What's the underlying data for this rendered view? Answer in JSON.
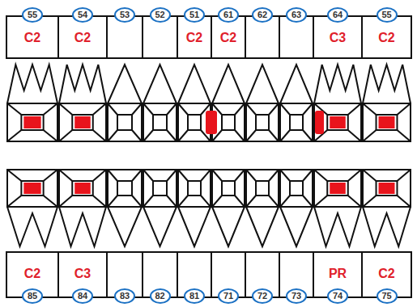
{
  "diagram": {
    "nodes": [
      {
        "text": [
          "55"
        ]
      },
      {
        "text": [
          "54"
        ]
      },
      {
        "text": [
          "53"
        ]
      },
      {
        "text": [
          "52"
        ]
      },
      {
        "text": [
          "51"
        ]
      },
      {
        "text": [
          "61"
        ]
      },
      {
        "text": [
          "62"
        ]
      },
      {
        "text": [
          "63"
        ]
      },
      {
        "text": [
          "64"
        ]
      },
      {
        "text": [
          "55"
        ]
      },
      {
        "text": [
          "85"
        ]
      },
      {
        "text": [
          "84"
        ]
      },
      {
        "text": [
          "83"
        ]
      },
      {
        "text": [
          "82"
        ]
      },
      {
        "text": [
          "81"
        ]
      },
      {
        "text": [
          "71"
        ]
      },
      {
        "text": [
          "72"
        ]
      },
      {
        "text": [
          "73"
        ]
      },
      {
        "text": [
          "74"
        ]
      },
      {
        "text": [
          "75"
        ]
      }
    ],
    "labels": [
      "C2",
      "C2",
      "C2",
      "C2",
      "C3",
      "C2",
      "C2",
      "C3",
      "PR",
      "C2"
    ]
  }
}
